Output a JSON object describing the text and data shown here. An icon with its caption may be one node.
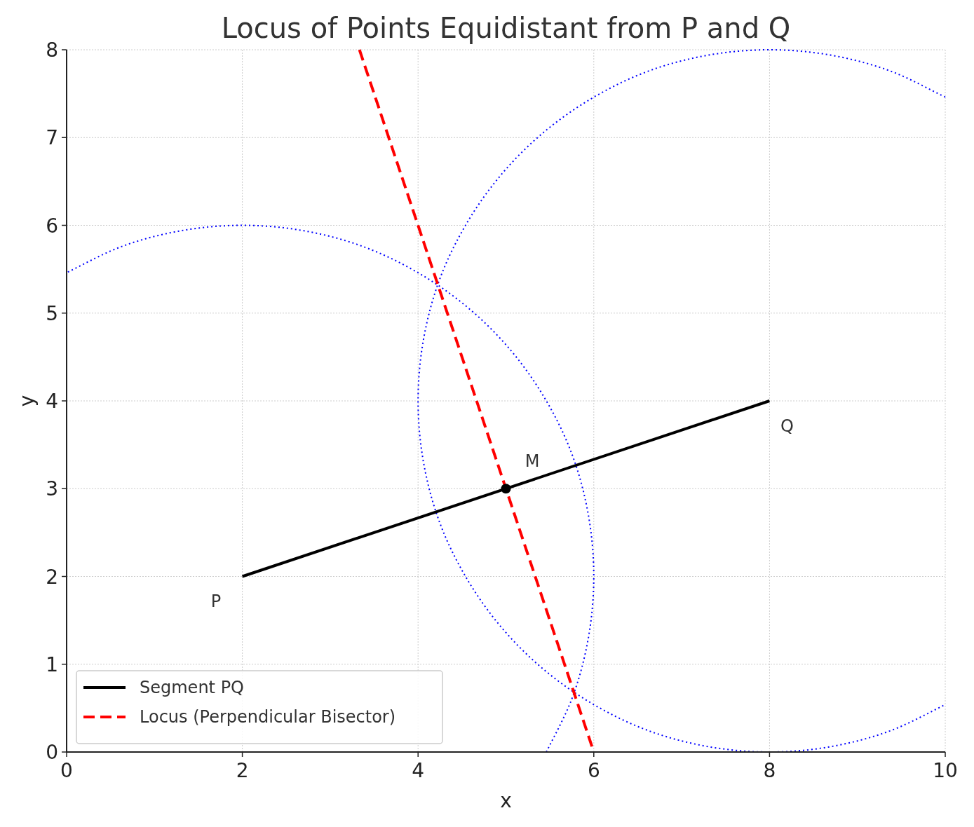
{
  "diagram": {
    "title": "Locus of Points Equidistant from P and Q",
    "chart_data": {
      "type": "line",
      "xlabel": "x",
      "ylabel": "y",
      "xlim": [
        0,
        10
      ],
      "ylim": [
        0,
        8
      ],
      "xticks": [
        0,
        2,
        4,
        6,
        8,
        10
      ],
      "yticks": [
        0,
        1,
        2,
        3,
        4,
        5,
        6,
        7,
        8
      ],
      "grid": true,
      "legend": true,
      "series": [
        {
          "name": "Segment PQ",
          "color": "#000000",
          "x": [
            2,
            8
          ],
          "values": [
            2,
            4
          ]
        },
        {
          "name": "Locus (Perpendicular Bisector)",
          "color": "#ff0000",
          "line_style": "dashed",
          "x": [
            3.333,
            6
          ],
          "values": [
            8,
            0
          ]
        },
        {
          "color": "#000000",
          "marker": "o",
          "x": [
            5
          ],
          "values": [
            3
          ]
        },
        {
          "color": "#0000ff",
          "line_style": "dotted",
          "x": [
            5.46,
            5.76,
            5.94,
            6,
            5.94,
            5.76,
            5.46,
            5.06,
            4.57,
            4,
            3.37,
            2.69,
            2,
            1.31,
            0.63,
            0
          ],
          "values": [
            0,
            0.63,
            1.31,
            2,
            2.69,
            3.37,
            4,
            4.57,
            5.06,
            5.46,
            5.76,
            5.94,
            6,
            5.94,
            5.76,
            5.46
          ]
        },
        {
          "color": "#0000ff",
          "line_style": "dotted",
          "x": [
            10,
            9.37,
            8.69,
            8,
            7.31,
            6.63,
            6,
            5.43,
            4.94,
            4.54,
            4.24,
            4.06,
            4,
            4.06,
            4.24,
            4.54,
            4.94,
            5.43,
            6,
            6.63,
            7.31,
            8,
            8.69,
            9.37,
            10
          ],
          "values": [
            7.46,
            7.76,
            7.94,
            8,
            7.94,
            7.76,
            7.46,
            7.06,
            6.57,
            6,
            5.37,
            4.69,
            4,
            3.31,
            2.63,
            2,
            1.43,
            0.94,
            0.54,
            0.24,
            0.06,
            0,
            0.06,
            0.24,
            0.54
          ]
        }
      ],
      "annotations": [
        "P",
        "Q",
        "M"
      ]
    }
  }
}
